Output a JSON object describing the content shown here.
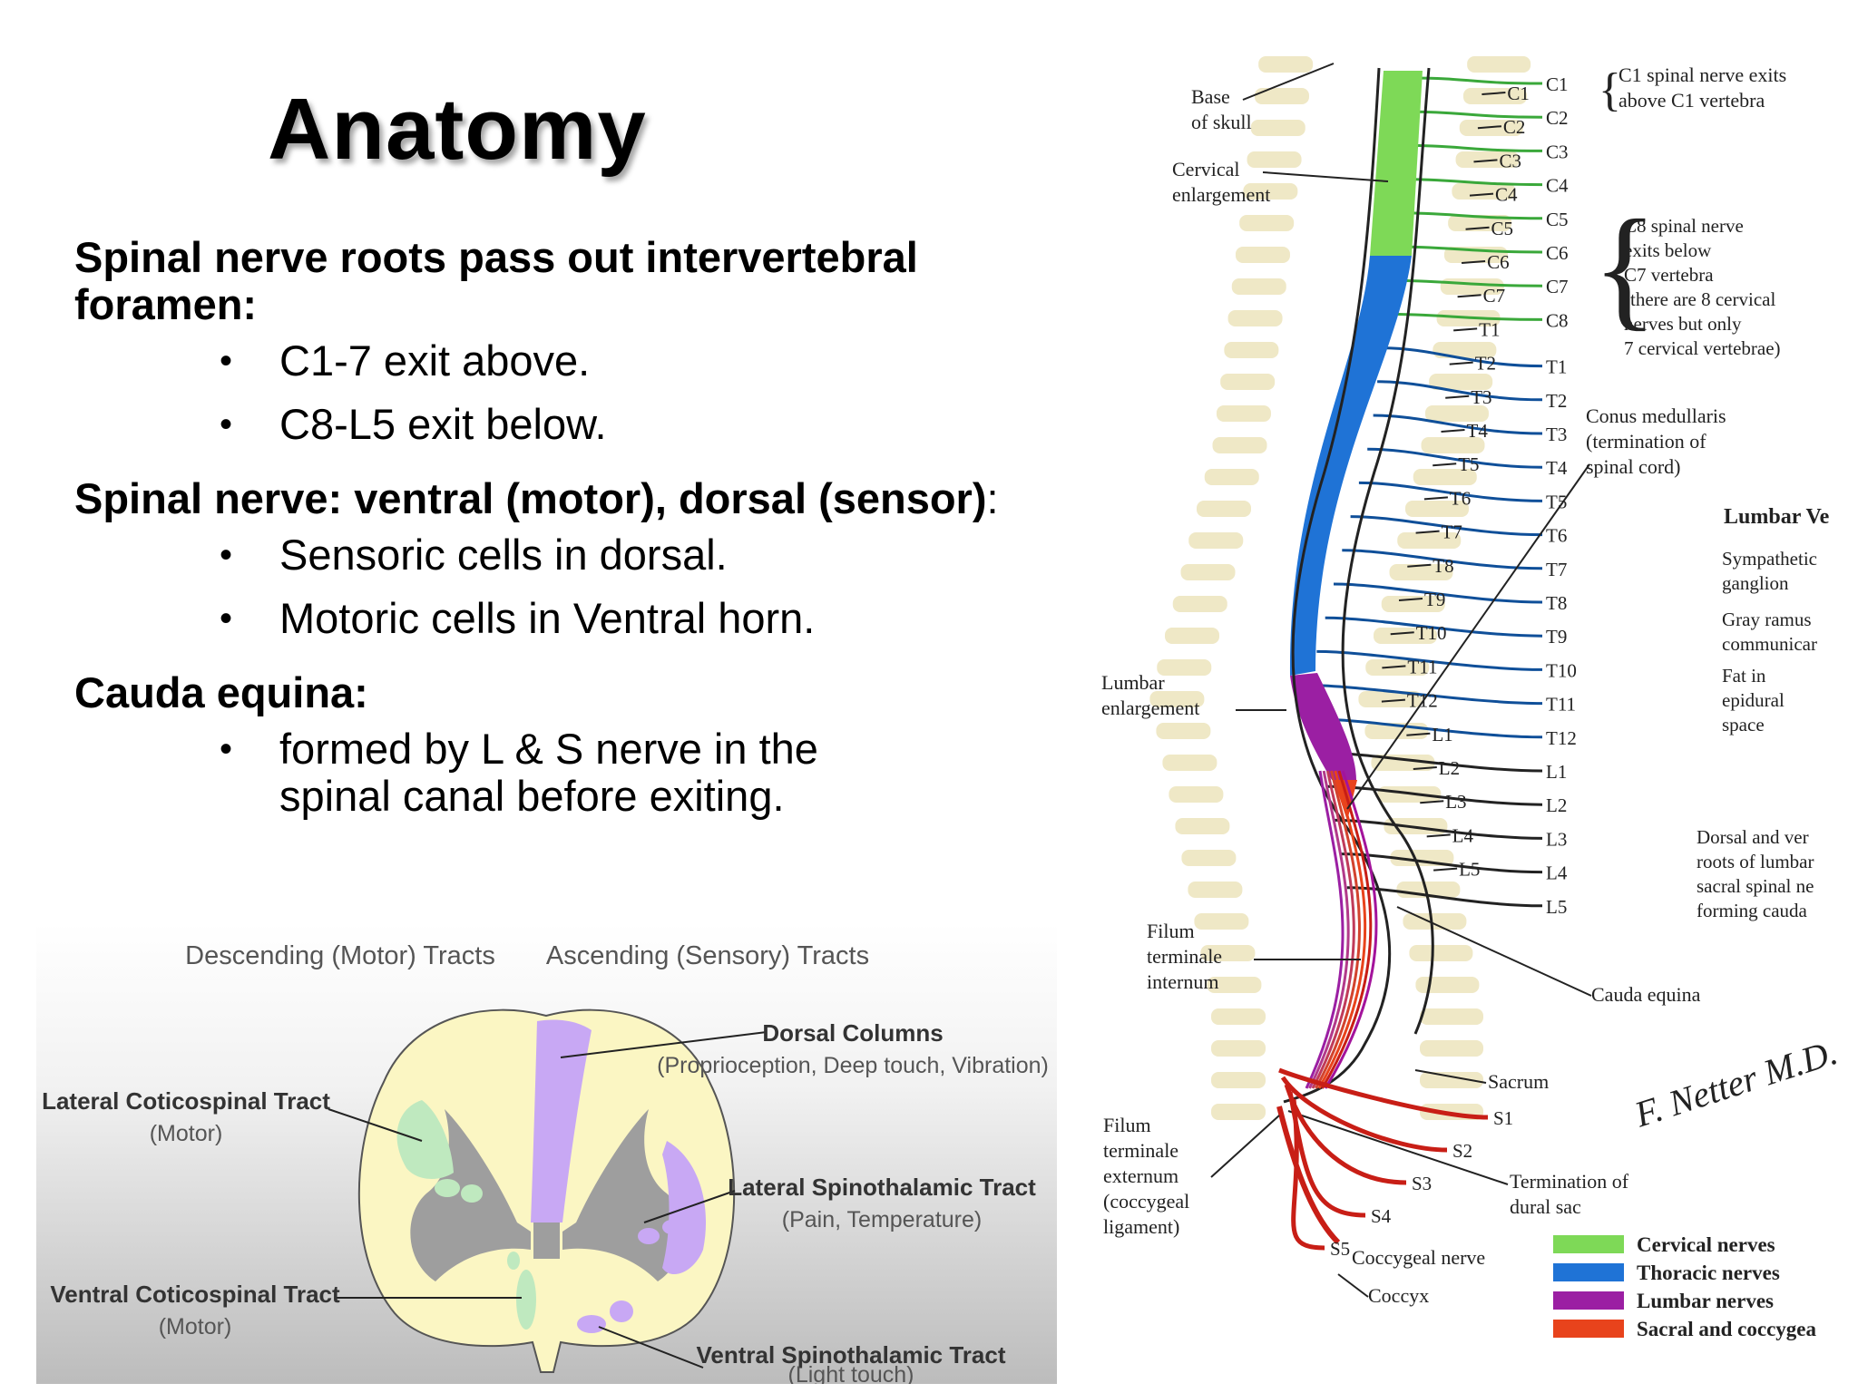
{
  "slide": {
    "title": "Anatomy",
    "sections": [
      {
        "heading": "Spinal nerve roots pass out intervertebral foramen:",
        "bullets": [
          "C1-7 exit above.",
          "C8-L5 exit below."
        ]
      },
      {
        "heading": "Spinal nerve: ventral (motor), dorsal (sensor)",
        "heading_suffix": ":",
        "bullets": [
          "Sensoric cells in dorsal.",
          "Motoric cells in Ventral horn."
        ]
      },
      {
        "heading": "Cauda equina:",
        "bullets": [
          "formed by L & S nerve in the spinal canal before exiting."
        ]
      }
    ]
  },
  "cross_section": {
    "header_left": "Descending (Motor) Tracts",
    "header_right": "Ascending (Sensory) Tracts",
    "dorsal_columns": {
      "name": "Dorsal Columns",
      "desc": "(Proprioception, Deep touch, Vibration)"
    },
    "lateral_corticospinal": {
      "name": "Lateral Coticospinal Tract",
      "desc": "(Motor)"
    },
    "lateral_spinothalamic": {
      "name": "Lateral Spinothalamic Tract",
      "desc": "(Pain, Temperature)"
    },
    "ventral_corticospinal": {
      "name": "Ventral Coticospinal Tract",
      "desc": "(Motor)"
    },
    "ventral_spinothalamic": {
      "name": "Ventral Spinothalamic Tract",
      "desc": "(Light touch)"
    },
    "colors": {
      "white_matter": "#fbf6c3",
      "gray_matter": "#9e9e9e",
      "motor": "#bfe9bf",
      "sensory": "#c8a8f4"
    }
  },
  "spine": {
    "labels": {
      "base_skull": [
        "Base",
        "of skull"
      ],
      "cervical_enlargement": [
        "Cervical",
        "enlargement"
      ],
      "lumbar_enlargement": [
        "Lumbar",
        "enlargement"
      ],
      "filum_internum": [
        "Filum",
        "terminale",
        "internum"
      ],
      "filum_externum": [
        "Filum",
        "terminale",
        "externum",
        "(coccygeal",
        "ligament)"
      ],
      "c1_note": [
        "C1 spinal nerve exits",
        "above C1 vertebra"
      ],
      "c8_note": [
        "C8 spinal nerve",
        "exits below",
        "C7 vertebra",
        "(there are 8 cervical",
        "nerves but only",
        "7 cervical vertebrae)"
      ],
      "conus": [
        "Conus medullaris",
        "(termination of",
        "spinal cord)"
      ],
      "lumbar_ve": "Lumbar Ve",
      "sympathetic": [
        "Sympathetic",
        "ganglion"
      ],
      "gray_ramus": [
        "Gray ramus",
        "communicar"
      ],
      "fat": [
        "Fat in",
        "epidural",
        "space"
      ],
      "dorsal_roots": [
        "Dorsal and ver",
        "roots of lumbar",
        "sacral spinal ne",
        "forming cauda"
      ],
      "cauda": "Cauda equina",
      "sacrum": "Sacrum",
      "coccygeal_nerve": "Coccygeal nerve",
      "coccyx": "Coccyx",
      "termination": [
        "Termination of",
        "dural sac"
      ],
      "signature": "F. Netter M.D."
    },
    "vertebra_labels": [
      "C1",
      "C2",
      "C3",
      "C4",
      "C5",
      "C6",
      "C7",
      "T1",
      "T2",
      "T3",
      "T4",
      "T5",
      "T6",
      "T7",
      "T8",
      "T9",
      "T10",
      "T11",
      "T12",
      "L1",
      "L2",
      "L3",
      "L4",
      "L5"
    ],
    "nerve_labels": [
      "C1",
      "C2",
      "C3",
      "C4",
      "C5",
      "C6",
      "C7",
      "C8",
      "T1",
      "T2",
      "T3",
      "T4",
      "T5",
      "T6",
      "T7",
      "T8",
      "T9",
      "T10",
      "T11",
      "T12",
      "L1",
      "L2",
      "L3",
      "L4",
      "L5"
    ],
    "sacral_labels": [
      "S1",
      "S2",
      "S3",
      "S4",
      "S5"
    ],
    "legend": [
      {
        "label": "Cervical nerves",
        "color": "#7ed957"
      },
      {
        "label": "Thoracic nerves",
        "color": "#1f73d6"
      },
      {
        "label": "Lumbar nerves",
        "color": "#9b1fa3"
      },
      {
        "label": "Sacral and coccygea",
        "color": "#e8431c"
      }
    ]
  }
}
